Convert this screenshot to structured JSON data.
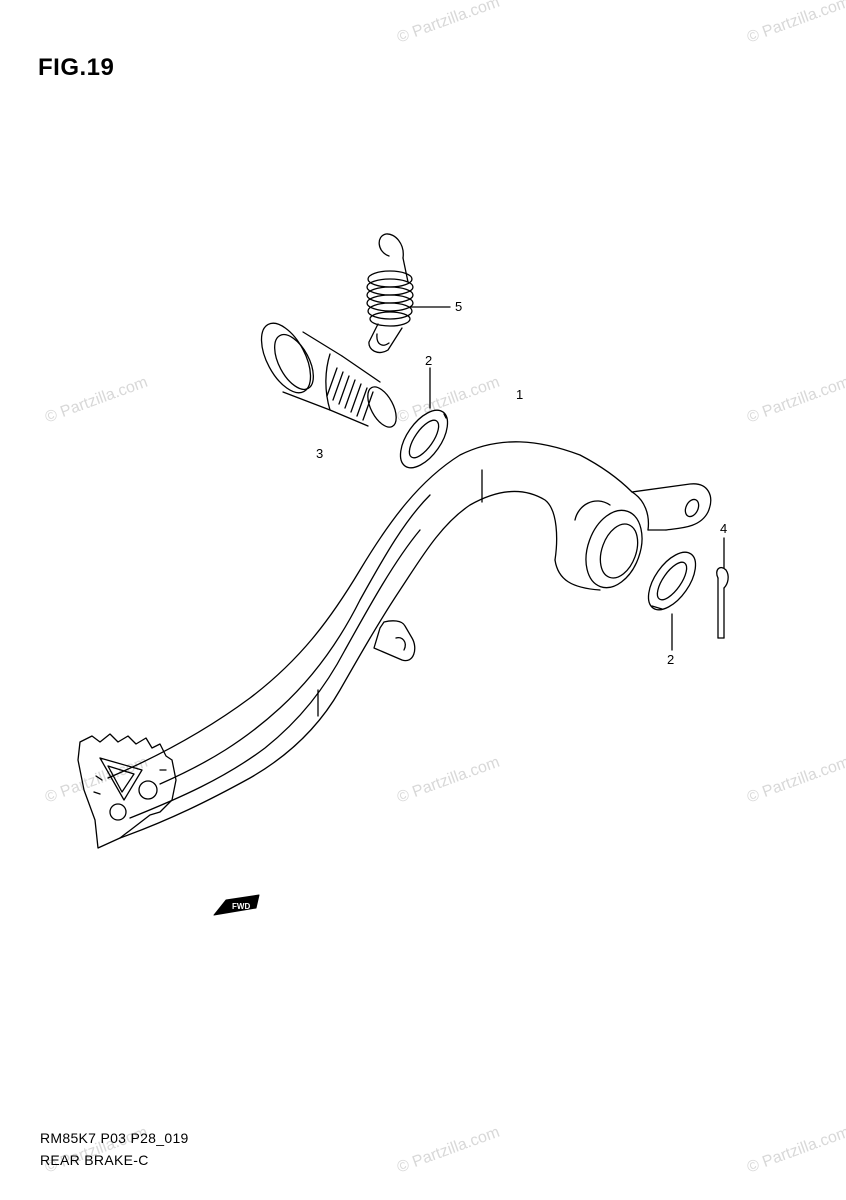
{
  "figure": {
    "title": "FIG.19"
  },
  "watermark": {
    "text": "© Partzilla.com"
  },
  "callouts": {
    "c1": "1",
    "c2a": "2",
    "c2b": "2",
    "c3": "3",
    "c4": "4",
    "c5": "5"
  },
  "footer": {
    "model_code": "RM85K7 P03 P28_019",
    "section_name": "REAR BRAKE-C"
  },
  "icons": {
    "front_arrow": "fwd-arrow-icon"
  }
}
